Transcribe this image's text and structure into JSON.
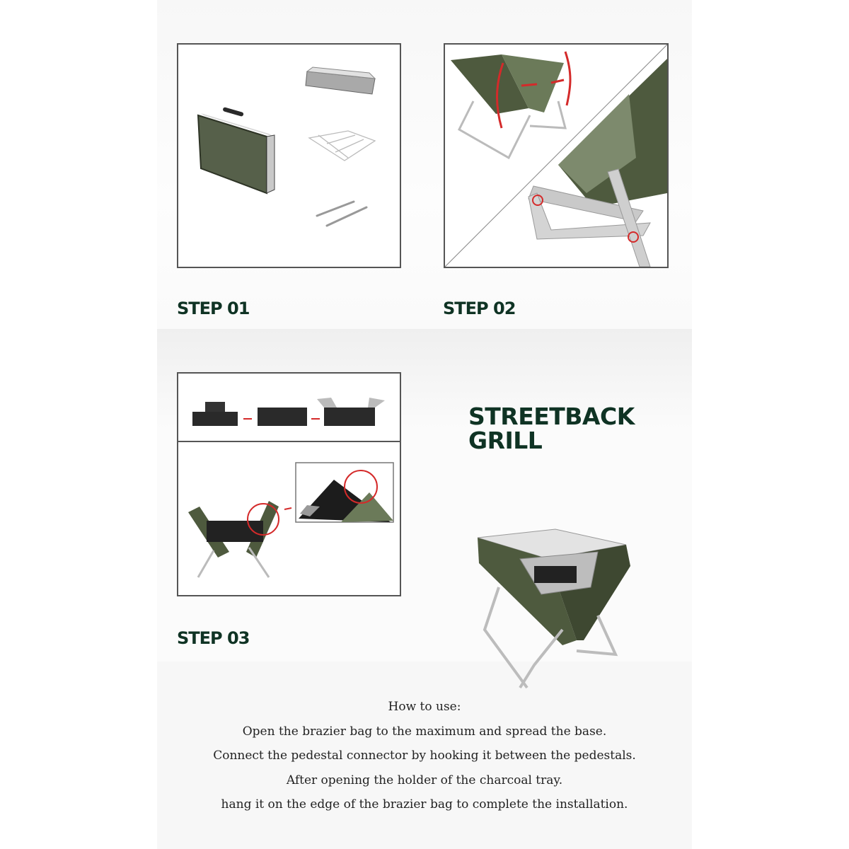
{
  "steps": [
    {
      "label": "STEP 01",
      "image": "grill-parts-case-tray-grate-rods"
    },
    {
      "label": "STEP 02",
      "image": "unfold-grill-and-connect-pedestals"
    },
    {
      "label": "STEP 03",
      "image": "open-tray-and-hang-on-edge"
    }
  ],
  "product": {
    "title_line1": "STREETBACK",
    "title_line2": "GRILL",
    "image": "assembled-grill"
  },
  "instructions": {
    "heading": "How to use:",
    "lines": [
      "Open the brazier bag to the maximum and spread the base.",
      "Connect the pedestal connector by hooking it between the pedestals.",
      "After opening the holder of the charcoal tray.",
      "hang it on the edge of the brazier bag to complete the installation."
    ]
  },
  "colors": {
    "title_green": "#0f3324",
    "grill_green": "#4e5a3e",
    "highlight_red": "#d42a2a",
    "panel_border": "#555555"
  }
}
